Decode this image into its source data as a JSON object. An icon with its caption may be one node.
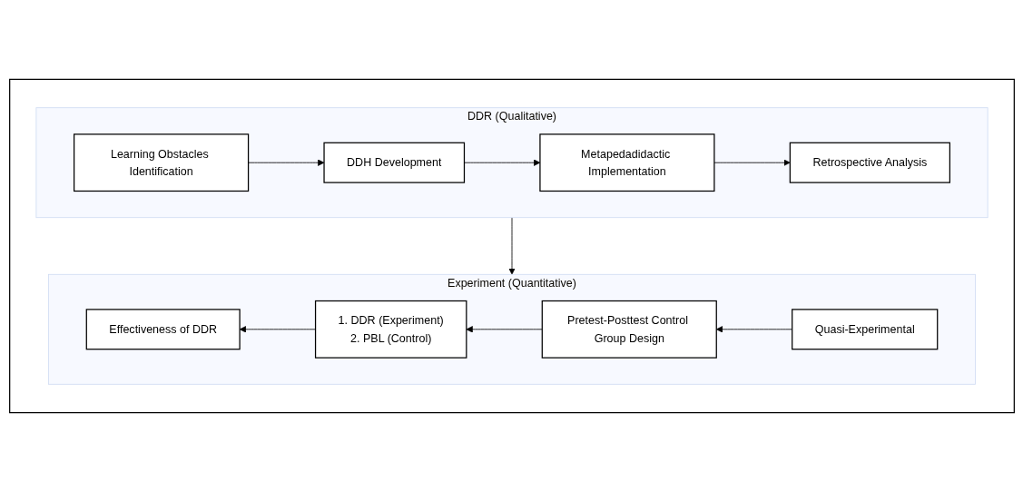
{
  "diagram": {
    "nodes": [
      {
        "text": [],
        "shape": "box"
      },
      {
        "text": [
          "DDR (Qualitative)"
        ],
        "in": 0
      },
      {
        "text": [
          "Learning Obstacles Identification"
        ],
        "in": 1
      },
      {
        "text": [
          "DDH Development"
        ],
        "in": 1
      },
      {
        "text": [
          "Metapedadidactic Implementation"
        ],
        "in": 1
      },
      {
        "text": [
          "Retrospective Analysis"
        ],
        "in": 1
      },
      {
        "text": [
          "Experiment (Quantitative)"
        ],
        "in": 0
      },
      {
        "text": [
          "Effectiveness of DDR"
        ],
        "in": 6
      },
      {
        "text": [
          "1. DDR (Experiment)",
          "2. PBL (Control)"
        ],
        "in": 6
      },
      {
        "text": [
          "Pretest-Posttest Control Group Design"
        ],
        "in": 6
      },
      {
        "text": [
          "Quasi-Experimental"
        ],
        "in": 6
      }
    ],
    "edges": [
      {
        "from": 2,
        "to": 3,
        "arrow": "to"
      },
      {
        "from": 3,
        "to": 4,
        "arrow": "to"
      },
      {
        "from": 4,
        "to": 5,
        "arrow": "to"
      },
      {
        "from": 1,
        "to": 6,
        "arrow": "to"
      },
      {
        "from": 10,
        "to": 9,
        "arrow": "to"
      },
      {
        "from": 9,
        "to": 8,
        "arrow": "to"
      },
      {
        "from": 8,
        "to": 7,
        "arrow": "to"
      }
    ]
  }
}
